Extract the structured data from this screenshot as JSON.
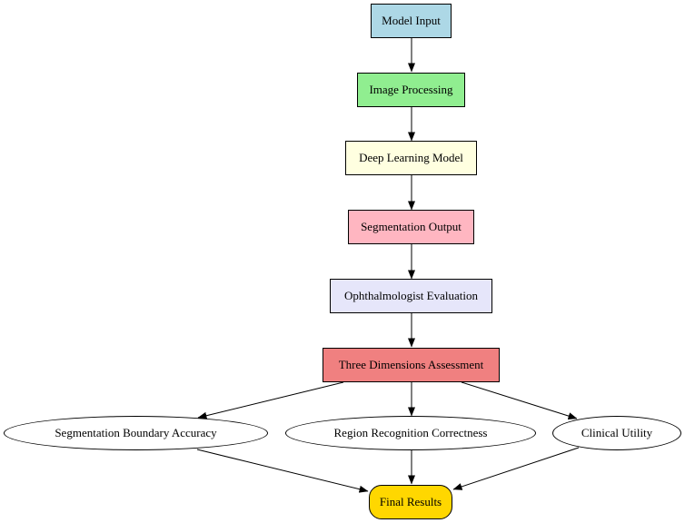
{
  "nodes": {
    "model_input": {
      "label": "Model Input",
      "color": "#add8e6"
    },
    "image_processing": {
      "label": "Image Processing",
      "color": "#90ee90"
    },
    "deep_learning_model": {
      "label": "Deep Learning Model",
      "color": "#ffffe0"
    },
    "segmentation_output": {
      "label": "Segmentation Output",
      "color": "#ffb6c1"
    },
    "ophthalmologist_evaluation": {
      "label": "Ophthalmologist Evaluation",
      "color": "#e6e6fa"
    },
    "three_dimensions_assessment": {
      "label": "Three Dimensions Assessment",
      "color": "#f08080"
    },
    "segmentation_boundary_accuracy": {
      "label": "Segmentation Boundary Accuracy",
      "color": "#ffffff"
    },
    "region_recognition_correctness": {
      "label": "Region Recognition Correctness",
      "color": "#ffffff"
    },
    "clinical_utility": {
      "label": "Clinical Utility",
      "color": "#ffffff"
    },
    "final_results": {
      "label": "Final Results",
      "color": "#ffd700"
    }
  },
  "edges": [
    {
      "from": "model_input",
      "to": "image_processing"
    },
    {
      "from": "image_processing",
      "to": "deep_learning_model"
    },
    {
      "from": "deep_learning_model",
      "to": "segmentation_output"
    },
    {
      "from": "segmentation_output",
      "to": "ophthalmologist_evaluation"
    },
    {
      "from": "ophthalmologist_evaluation",
      "to": "three_dimensions_assessment"
    },
    {
      "from": "three_dimensions_assessment",
      "to": "segmentation_boundary_accuracy"
    },
    {
      "from": "three_dimensions_assessment",
      "to": "region_recognition_correctness"
    },
    {
      "from": "three_dimensions_assessment",
      "to": "clinical_utility"
    },
    {
      "from": "segmentation_boundary_accuracy",
      "to": "final_results"
    },
    {
      "from": "region_recognition_correctness",
      "to": "final_results"
    },
    {
      "from": "clinical_utility",
      "to": "final_results"
    }
  ]
}
